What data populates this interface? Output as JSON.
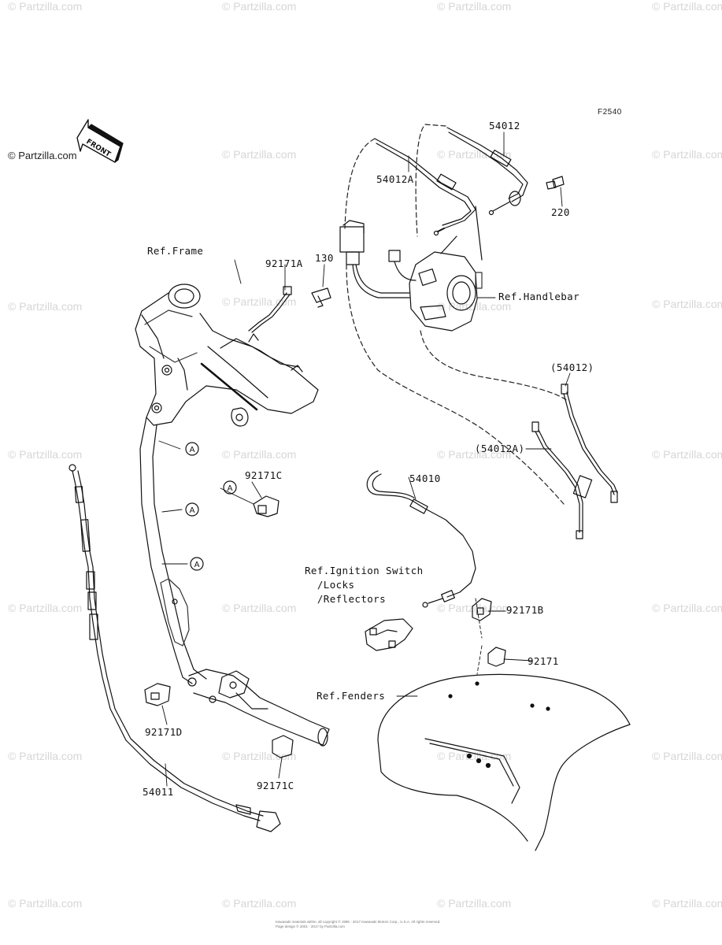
{
  "watermark": "© Partzilla.com",
  "logo": "© Partzilla.com",
  "figure_code": "F2540",
  "front_label": "FRONT",
  "part_labels": {
    "p54012": "54012",
    "p54012A": "54012A",
    "p220": "220",
    "p130": "130",
    "p92171A": "92171A",
    "p54012_paren": "(54012)",
    "p54012A_paren": "(54012A)",
    "p92171C_upper": "92171C",
    "p54010": "54010",
    "p92171B": "92171B",
    "p92171": "92171",
    "p92171D": "92171D",
    "p92171C_lower": "92171C",
    "p54011": "54011"
  },
  "ref_labels": {
    "frame": "Ref.Frame",
    "handlebar": "Ref.Handlebar",
    "ignition": "Ref.Ignition Switch\n  /Locks\n  /Reflectors",
    "fenders": "Ref.Fenders"
  },
  "callout_marker": "A",
  "footer_lines": [
    "Kawasaki materials within, all copyright © 1995 - 2017 Kawasaki Motors Corp., U.S.A. All rights reserved.",
    "Page design © 2001 - 2017 by Partzilla.com"
  ]
}
